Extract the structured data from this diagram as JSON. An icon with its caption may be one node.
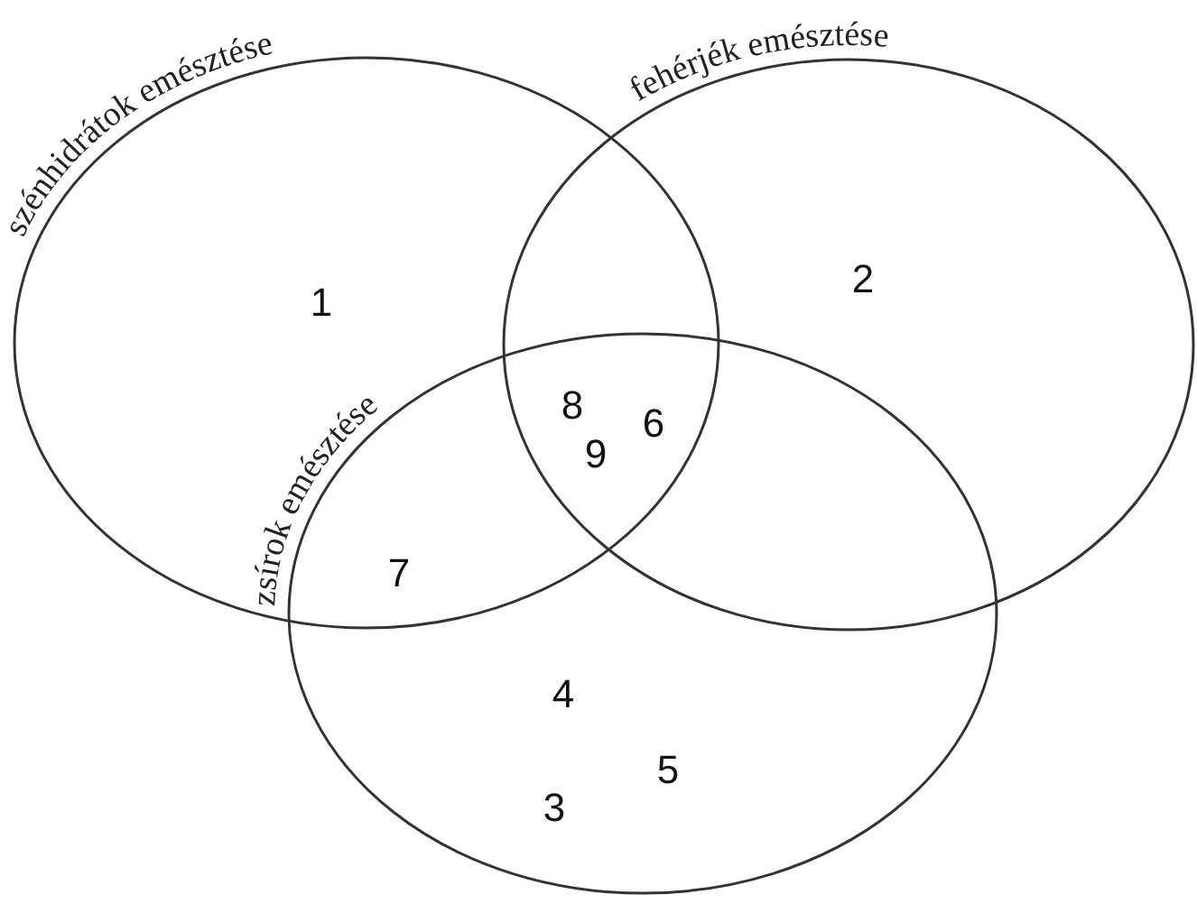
{
  "diagram": {
    "nodes": [
      {
        "text": [
          "szénhidrátok emésztése"
        ]
      },
      {
        "text": [
          "fehérjék emésztése"
        ]
      },
      {
        "text": [
          "zsírok emésztése"
        ]
      }
    ],
    "labels": [
      "1",
      "2",
      "8",
      "6",
      "9",
      "7",
      "4",
      "5",
      "3"
    ]
  }
}
